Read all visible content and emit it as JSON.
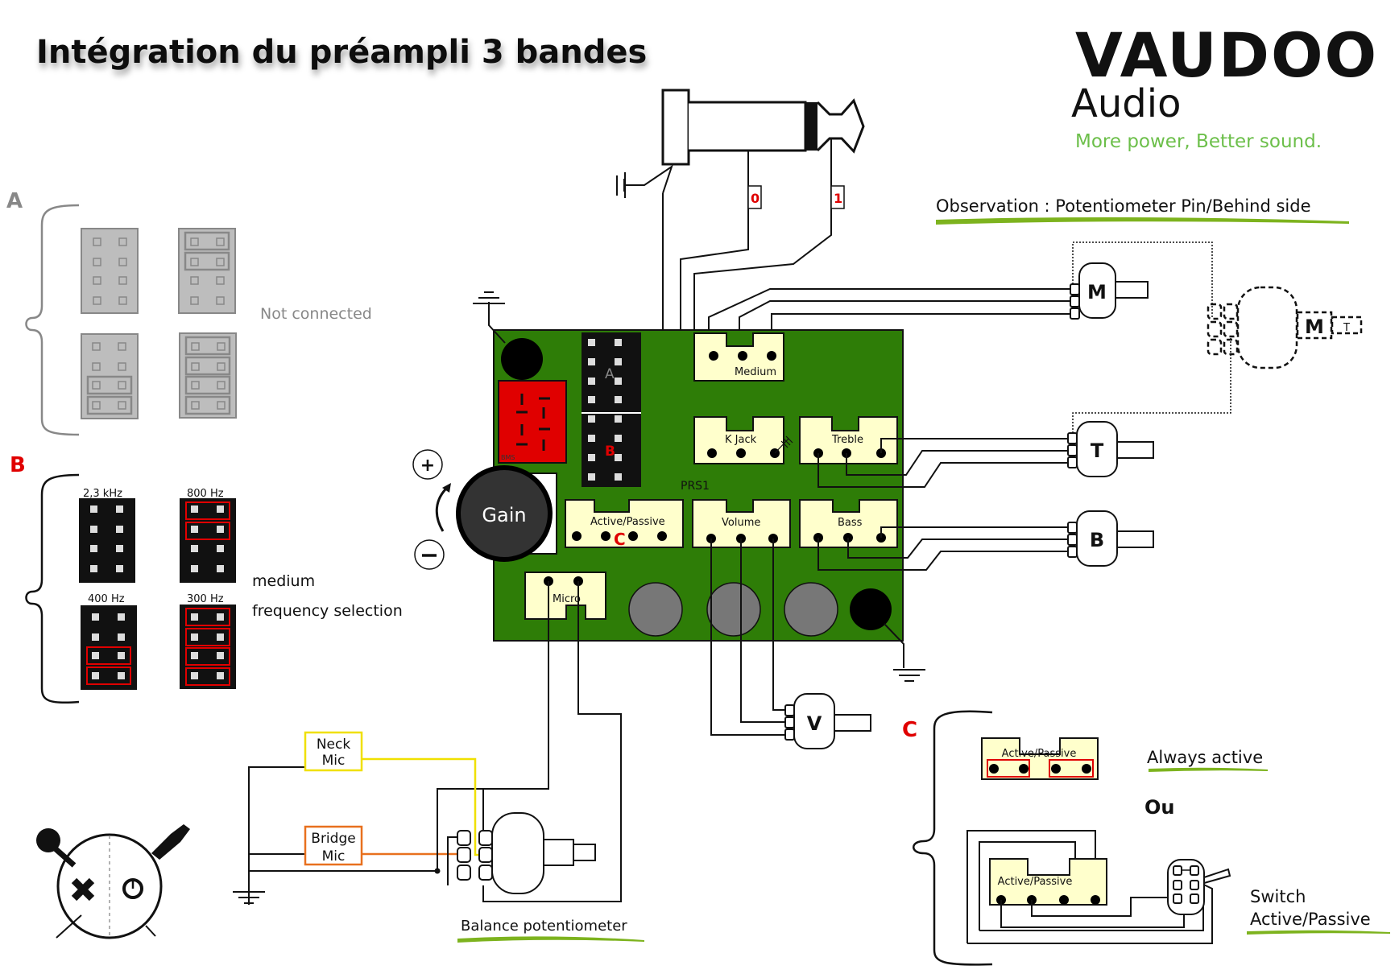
{
  "title": "Intégration du préampli 3 bandes",
  "brand": {
    "name": "VAUDOO",
    "sub": "Audio",
    "tagline": "More power, Better sound.",
    "tagline_color": "#6cbf4a"
  },
  "colors": {
    "pcb": "#2e7d07",
    "pad": "#ffffcc",
    "red": "#e00000",
    "underline": "#7db31e",
    "neck_wire": "#f0e000",
    "bridge_wire": "#e8701e"
  },
  "jack": {
    "tag_sleeve": "0",
    "tag_tip": "1"
  },
  "section_a": {
    "letter": "A",
    "note": "Not connected"
  },
  "section_b": {
    "letter": "B",
    "jumpers": [
      {
        "label": "2,3 kHz"
      },
      {
        "label": "800 Hz"
      },
      {
        "label": "400 Hz"
      },
      {
        "label": "300  Hz"
      }
    ],
    "note_line1": "medium",
    "note_line2": "frequency selection"
  },
  "section_c": {
    "letter": "C",
    "option1": "Always active",
    "or": "Ou",
    "option2_line1": "Switch",
    "option2_line2": "Active/Passive",
    "connector_label": "Active/Passive"
  },
  "observation": "Observation : Potentiometer Pin/Behind side",
  "board": {
    "name": "PRS1",
    "bms": "BMS",
    "header_a": "A",
    "header_b": "B",
    "gain": "Gain",
    "plus": "+",
    "minus": "−",
    "connectors": {
      "medium": "Medium",
      "kjack": "K Jack",
      "treble": "Treble",
      "active_passive": "Active/Passive",
      "volume": "Volume",
      "bass": "Bass",
      "micro": "Micro",
      "c_marker": "C"
    }
  },
  "pots": {
    "m": "M",
    "t": "T",
    "b": "B",
    "v": "V",
    "behind_m": "M",
    "behind_t": "T"
  },
  "mics": {
    "neck_line1": "Neck",
    "neck_line2": "Mic",
    "bridge_line1": "Bridge",
    "bridge_line2": "Mic"
  },
  "balance_label": "Balance potentiometer"
}
